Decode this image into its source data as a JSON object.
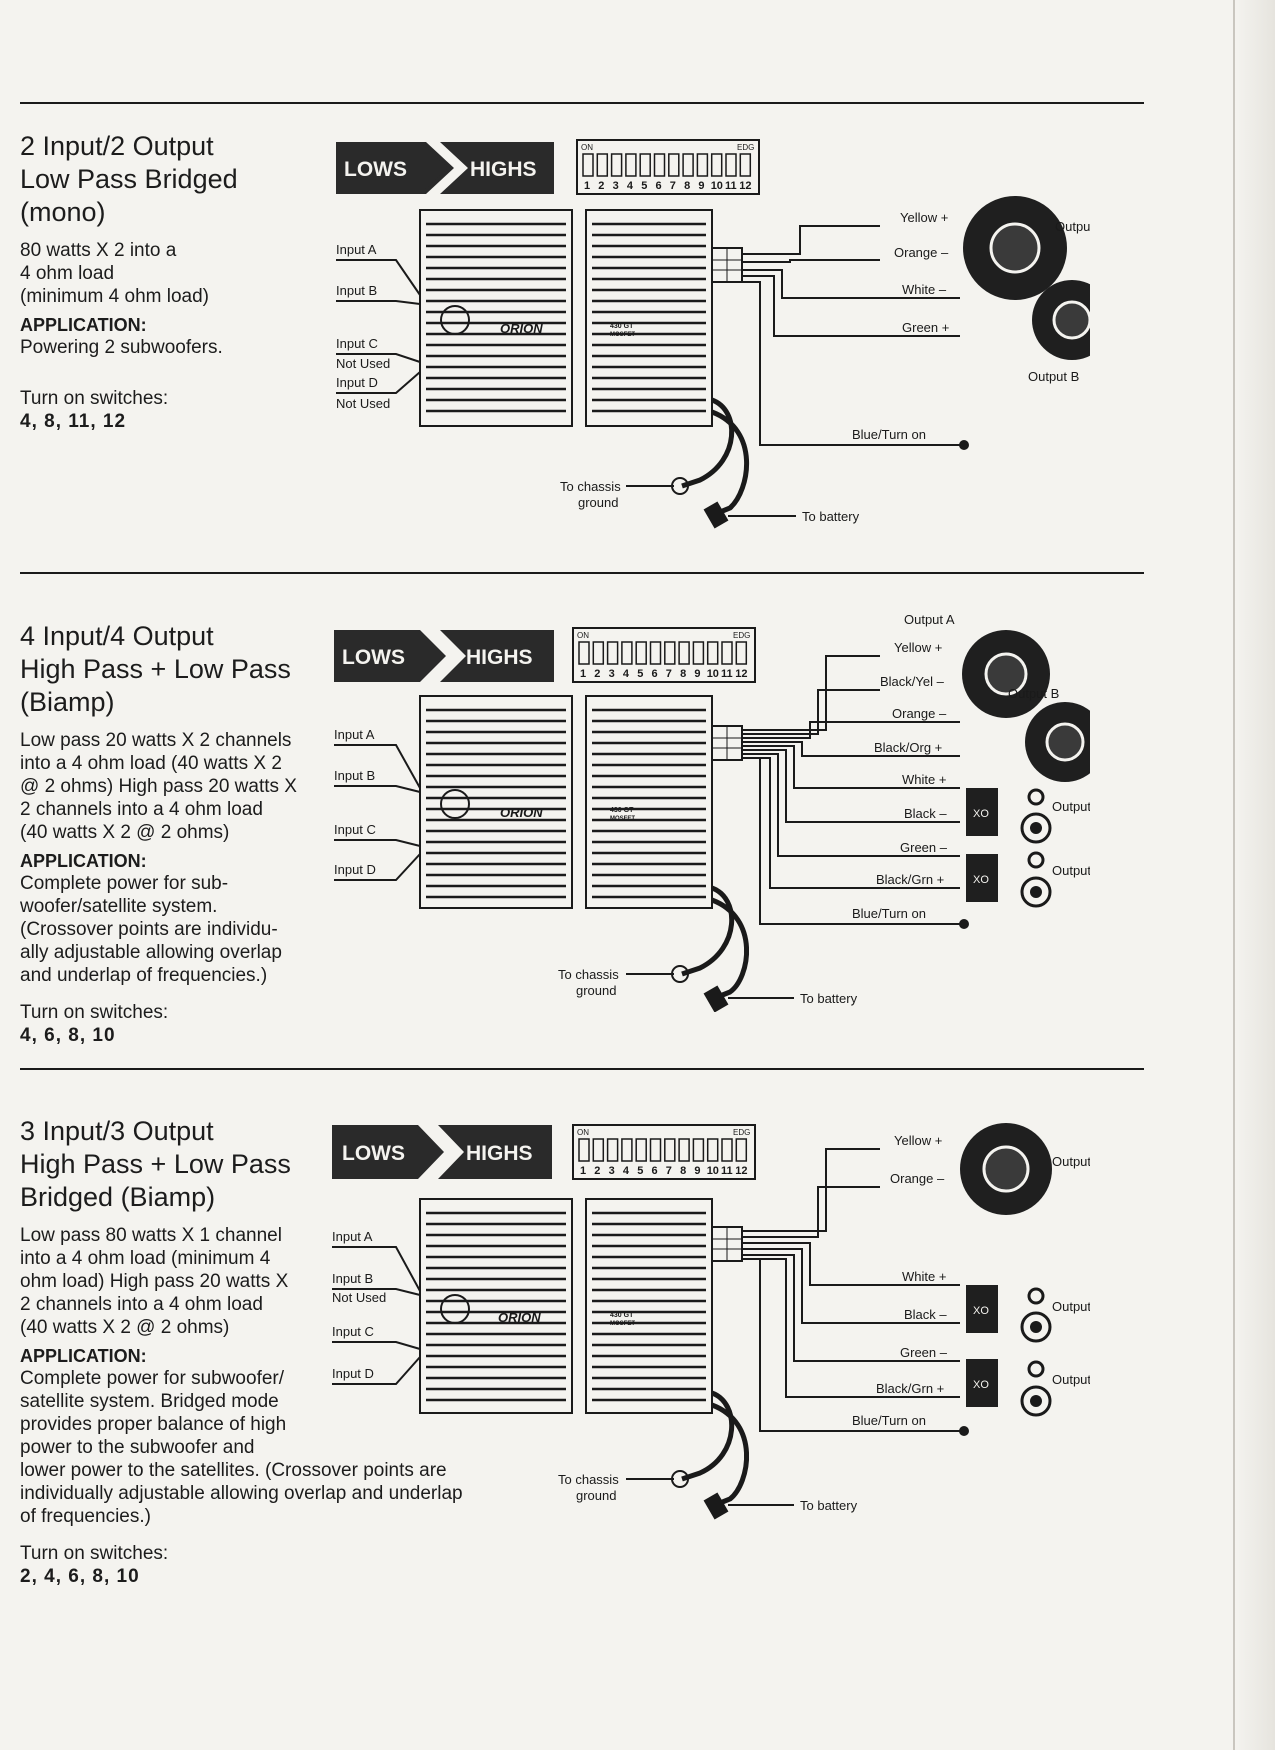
{
  "diagram_labels": {
    "lows": "LOWS",
    "highs": "HIGHS",
    "switch_on": "ON",
    "switch_brand": "EDG",
    "switch_numbers": [
      "1",
      "2",
      "3",
      "4",
      "5",
      "6",
      "7",
      "8",
      "9",
      "10",
      "11",
      "12"
    ],
    "amp_brand": "ORION",
    "amp_model": "430 GT",
    "amp_sub": "MOSFET",
    "blue_turn_on": "Blue/Turn on",
    "to_chassis": "To chassis",
    "ground": "ground",
    "to_battery": "To battery",
    "xo": "XO"
  },
  "sections": [
    {
      "title_lines": [
        "2 Input/2 Output",
        "Low Pass Bridged",
        "(mono)"
      ],
      "desc_lines": [
        "80 watts X 2 into a",
        "4 ohm load",
        "(minimum 4 ohm load)"
      ],
      "application_label": "APPLICATION:",
      "application_lines": [
        "Powering 2 subwoofers."
      ],
      "switch_label": "Turn on switches:",
      "switches": "4, 8, 11, 12",
      "inputs": [
        "Input A",
        "Input B",
        "Input C",
        "Not Used",
        "Input D",
        "Not Used"
      ],
      "wires": [
        "Yellow +",
        "Orange –",
        "White –",
        "Green +"
      ],
      "outputs": [
        "Output A",
        "Output B"
      ]
    },
    {
      "title_lines": [
        "4 Input/4 Output",
        "High Pass + Low Pass",
        "(Biamp)"
      ],
      "desc_lines": [
        "Low pass 20 watts X 2 channels",
        "into a 4 ohm load (40 watts X 2",
        "@ 2 ohms) High pass 20 watts X",
        "2 channels into a 4 ohm load",
        "(40 watts X 2 @ 2 ohms)"
      ],
      "application_label": "APPLICATION:",
      "application_lines": [
        "Complete power for sub-",
        "woofer/satellite system.",
        "(Crossover points are individu-",
        "ally adjustable allowing overlap",
        "and underlap of frequencies.)"
      ],
      "switch_label": "Turn on switches:",
      "switches": "4, 6, 8, 10",
      "inputs": [
        "Input A",
        "Input B",
        "Input C",
        "Input D"
      ],
      "wires": [
        "Yellow +",
        "Black/Yel –",
        "Orange –",
        "Black/Org +",
        "White +",
        "Black –",
        "Green –",
        "Black/Grn +"
      ],
      "outputs": [
        "Output A",
        "Output B",
        "Output C",
        "Output D"
      ]
    },
    {
      "title_lines": [
        "3 Input/3 Output",
        "High Pass + Low Pass",
        "Bridged (Biamp)"
      ],
      "desc_lines": [
        "Low pass 80 watts X 1 channel",
        "into a 4 ohm load (minimum 4",
        "ohm load) High pass 20 watts X",
        "2 channels into a 4 ohm load",
        "(40 watts X 2 @ 2 ohms)"
      ],
      "application_label": "APPLICATION:",
      "application_lines": [
        "Complete power for subwoofer/",
        "satellite system. Bridged mode",
        "provides proper balance of high",
        "power to the subwoofer and",
        "lower power to the satellites. (Crossover points are",
        "individually adjustable allowing overlap and underlap",
        "of frequencies.)"
      ],
      "switch_label": "Turn on switches:",
      "switches": "2, 4, 6, 8, 10",
      "inputs": [
        "Input A",
        "Input B",
        "Not Used",
        "Input C",
        "Input D"
      ],
      "wires": [
        "Yellow +",
        "Orange –",
        "White +",
        "Black –",
        "Green –",
        "Black/Grn +"
      ],
      "outputs": [
        "Output A",
        "Output C",
        "Output D"
      ]
    }
  ]
}
